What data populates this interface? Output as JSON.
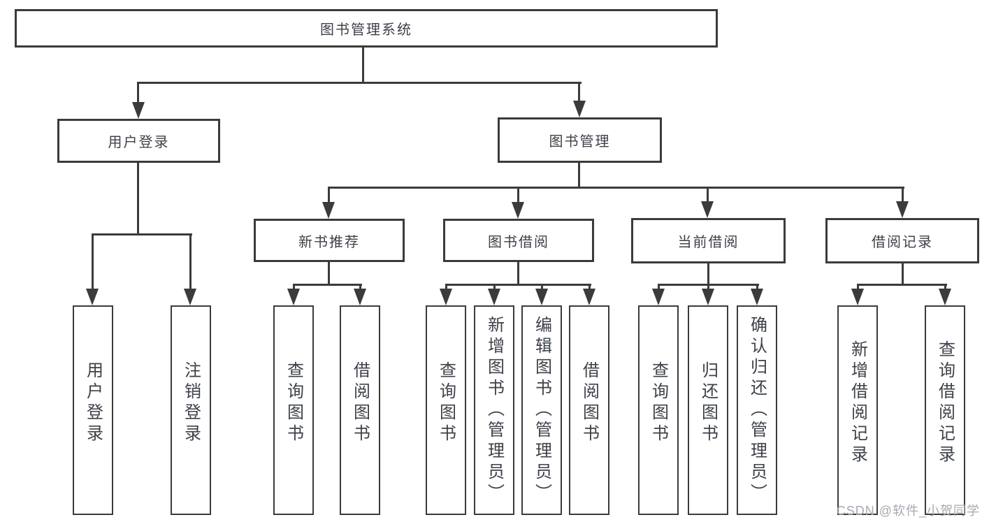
{
  "title": "图书管理系统",
  "nodes": {
    "level2": [
      {
        "label": "用户登录"
      },
      {
        "label": "图书管理"
      }
    ],
    "level3": [
      {
        "label": "新书推荐"
      },
      {
        "label": "图书借阅"
      },
      {
        "label": "当前借阅"
      },
      {
        "label": "借阅记录"
      }
    ],
    "leaves": [
      {
        "label": "用户登录"
      },
      {
        "label": "注销登录"
      },
      {
        "label": "查询图书"
      },
      {
        "label": "借阅图书"
      },
      {
        "label": "查询图书"
      },
      {
        "label": "新增图书（管理员）"
      },
      {
        "label": "编辑图书（管理员）"
      },
      {
        "label": "借阅图书"
      },
      {
        "label": "查询图书"
      },
      {
        "label": "归还图书"
      },
      {
        "label": "确认归还（管理员）"
      },
      {
        "label": "新增借阅记录"
      },
      {
        "label": "查询借阅记录"
      }
    ]
  },
  "watermark": "CSDN @软件_小贺同学",
  "colors": {
    "line": "#3b3b3b",
    "text": "#3d4148",
    "watermark": "#a6a9b0",
    "background": "#ffffff"
  }
}
